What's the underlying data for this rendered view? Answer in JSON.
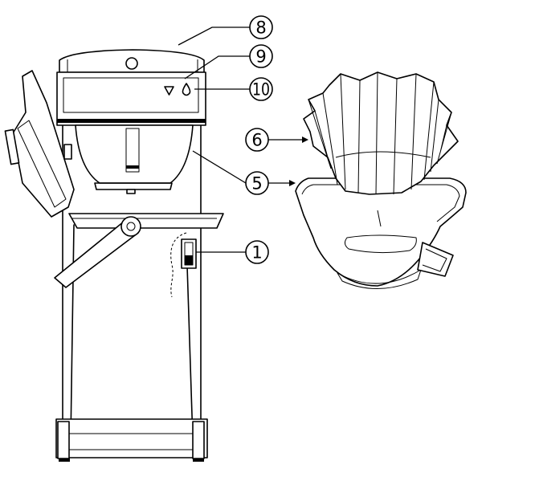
{
  "callouts": [
    {
      "id": "8",
      "label": "8"
    },
    {
      "id": "9",
      "label": "9"
    },
    {
      "id": "10",
      "label": "10"
    },
    {
      "id": "6",
      "label": "6"
    },
    {
      "id": "5",
      "label": "5"
    },
    {
      "id": "1",
      "label": "1"
    }
  ]
}
